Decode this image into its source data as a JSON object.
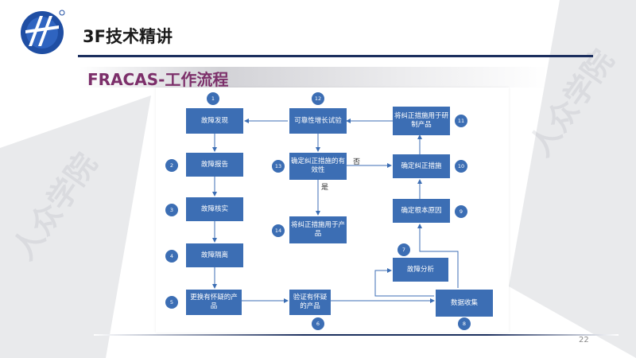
{
  "header": {
    "title": "3F技术精讲"
  },
  "section": {
    "title": "FRACAS-工作流程"
  },
  "watermark": {
    "text": "人众学院"
  },
  "page_number": "22",
  "colors": {
    "node": "#3c6eb4",
    "accent_line": "#1c2f5e",
    "section_title": "#7c2f6a"
  },
  "flow": {
    "nodes": [
      {
        "id": "1",
        "label": "故障发现"
      },
      {
        "id": "2",
        "label": "故障报告"
      },
      {
        "id": "3",
        "label": "故障核实"
      },
      {
        "id": "4",
        "label": "故障隔离"
      },
      {
        "id": "5",
        "label": "更换有怀疑的产品"
      },
      {
        "id": "6",
        "label": "验证有怀疑的产品"
      },
      {
        "id": "7",
        "label": "故障分析"
      },
      {
        "id": "8",
        "label": "数据收集"
      },
      {
        "id": "9",
        "label": "确定根本原因"
      },
      {
        "id": "10",
        "label": "确定纠正措施"
      },
      {
        "id": "11",
        "label": "将纠正措施用于研制产品"
      },
      {
        "id": "12",
        "label": "可靠性增长试验"
      },
      {
        "id": "13",
        "label": "确定纠正措施的有效性"
      },
      {
        "id": "14",
        "label": "将纠正措施用于产品"
      }
    ],
    "edge_labels": {
      "no": "否",
      "yes": "是"
    }
  }
}
